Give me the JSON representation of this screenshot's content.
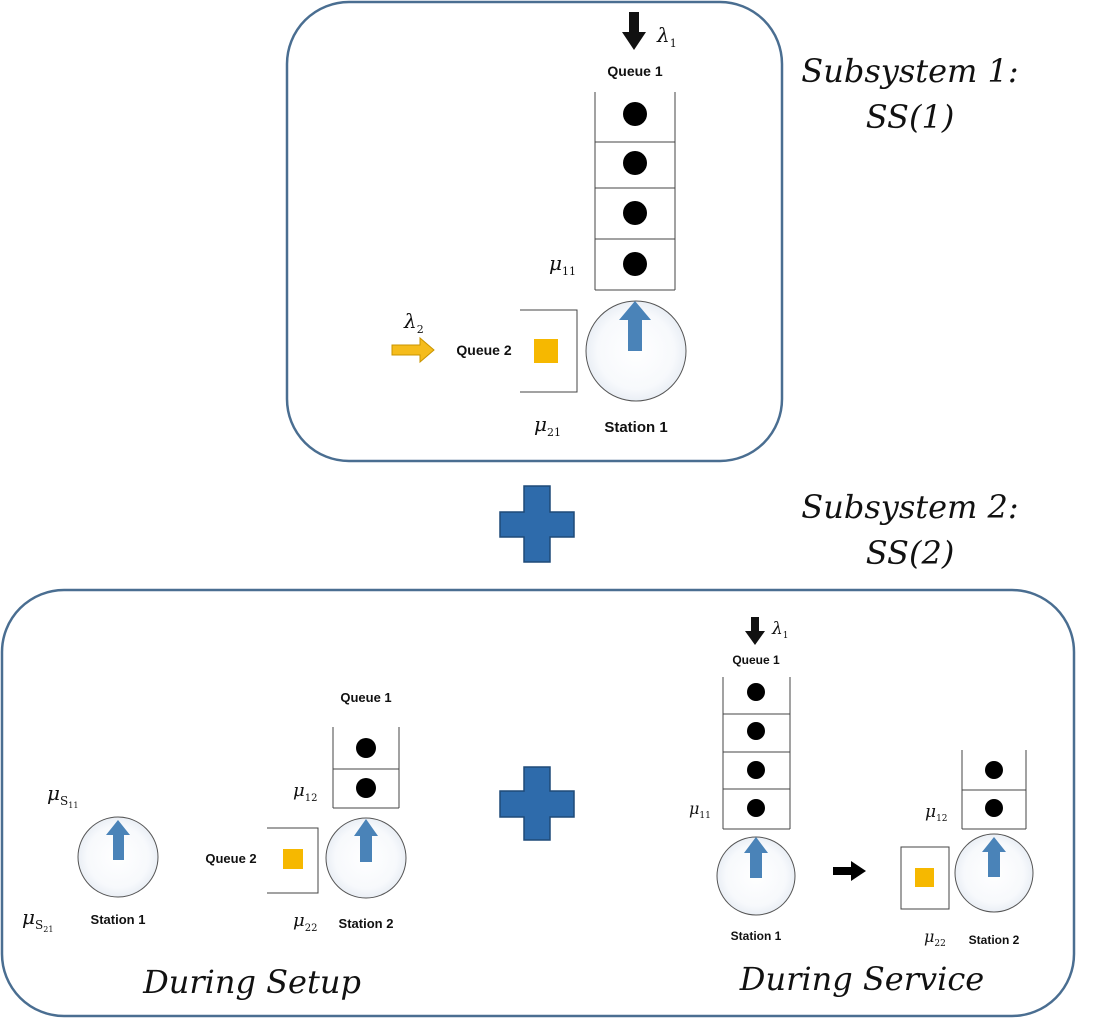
{
  "colors": {
    "frame": "#4a6e91",
    "station_arrow": "#4a83b8",
    "plus": "#2e6bab",
    "plus_edge": "#1f4a78",
    "job_type_2": "#f6b800",
    "job_type_1": "#000000",
    "arrival_arrow_2": "#f5bc1c"
  },
  "subsystem1": {
    "title_line1": "Subsystem 1:",
    "title_line2": "SS(1)",
    "lambda1": {
      "base": "λ",
      "sub": "1"
    },
    "lambda2": {
      "base": "λ",
      "sub": "2"
    },
    "queue1_label": "Queue 1",
    "queue2_label": "Queue 2",
    "mu11": {
      "base": "μ",
      "sub": "11"
    },
    "mu21": {
      "base": "μ",
      "sub": "21"
    },
    "station1_label": "Station 1"
  },
  "subsystem2": {
    "title_line1": "Subsystem 2:",
    "title_line2": "SS(2)",
    "setup": {
      "caption": "During Setup",
      "mu_s11": {
        "base": "μ",
        "sub": "S",
        "subsub": "11"
      },
      "mu_s21": {
        "base": "μ",
        "sub": "S",
        "subsub": "21"
      },
      "station1_label": "Station 1",
      "queue1_label": "Queue 1",
      "queue2_label": "Queue 2",
      "mu12": {
        "base": "μ",
        "sub": "12"
      },
      "mu22": {
        "base": "μ",
        "sub": "22"
      },
      "station2_label": "Station 2"
    },
    "service": {
      "caption": "During Service",
      "lambda1": {
        "base": "λ",
        "sub": "1"
      },
      "queue1_label": "Queue 1",
      "mu11": {
        "base": "μ",
        "sub": "11"
      },
      "station1_label": "Station 1",
      "mu12": {
        "base": "μ",
        "sub": "12"
      },
      "mu22": {
        "base": "μ",
        "sub": "22"
      },
      "station2_label": "Station 2"
    }
  }
}
